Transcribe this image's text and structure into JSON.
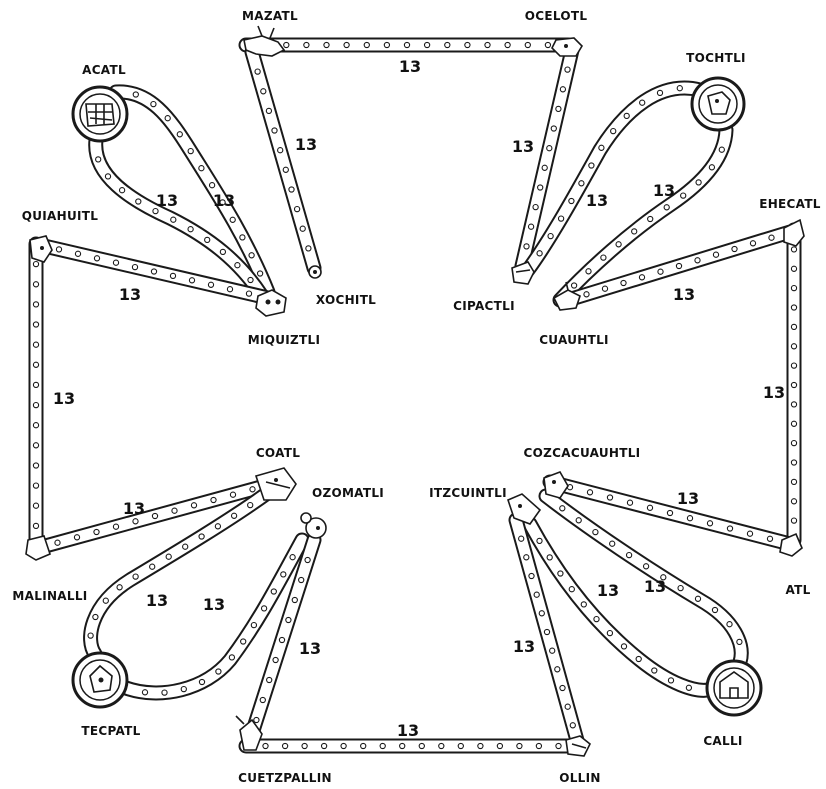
{
  "day_signs": {
    "mazatl": "MAZATL",
    "ocelotl": "OCELOTL",
    "tochtli": "TOCHTLI",
    "acatl": "ACATL",
    "quiahuitl": "QUIAHUITL",
    "ehecatl": "EHECATL",
    "xochitl": "XOCHITL",
    "cipactli": "CIPACTLI",
    "miquiztli": "MIQUIZTLI",
    "cuauhtli": "CUAUHTLI",
    "coatl": "COATL",
    "cozcacuauhtli": "COZCACUAUHTLI",
    "ozomatli": "OZOMATLI",
    "itzcuintli": "ITZCUINTLI",
    "malinalli": "MALINALLI",
    "atl": "ATL",
    "tecpatl": "TECPATL",
    "calli": "CALLI",
    "cuetzpallin": "CUETZPALLIN",
    "ollin": "OLLIN"
  },
  "count": "13",
  "icons": [
    "deer-head-icon",
    "jaguar-head-icon",
    "rabbit-medallion-icon",
    "reed-medallion-icon",
    "rain-icon",
    "wind-icon",
    "flower-icon",
    "crocodile-head-icon",
    "skull-icon",
    "eagle-head-icon",
    "serpent-head-icon",
    "vulture-head-icon",
    "monkey-head-icon",
    "dog-head-icon",
    "grass-icon",
    "water-icon",
    "flint-knife-medallion-icon",
    "house-medallion-icon",
    "lizard-icon",
    "movement-icon"
  ]
}
